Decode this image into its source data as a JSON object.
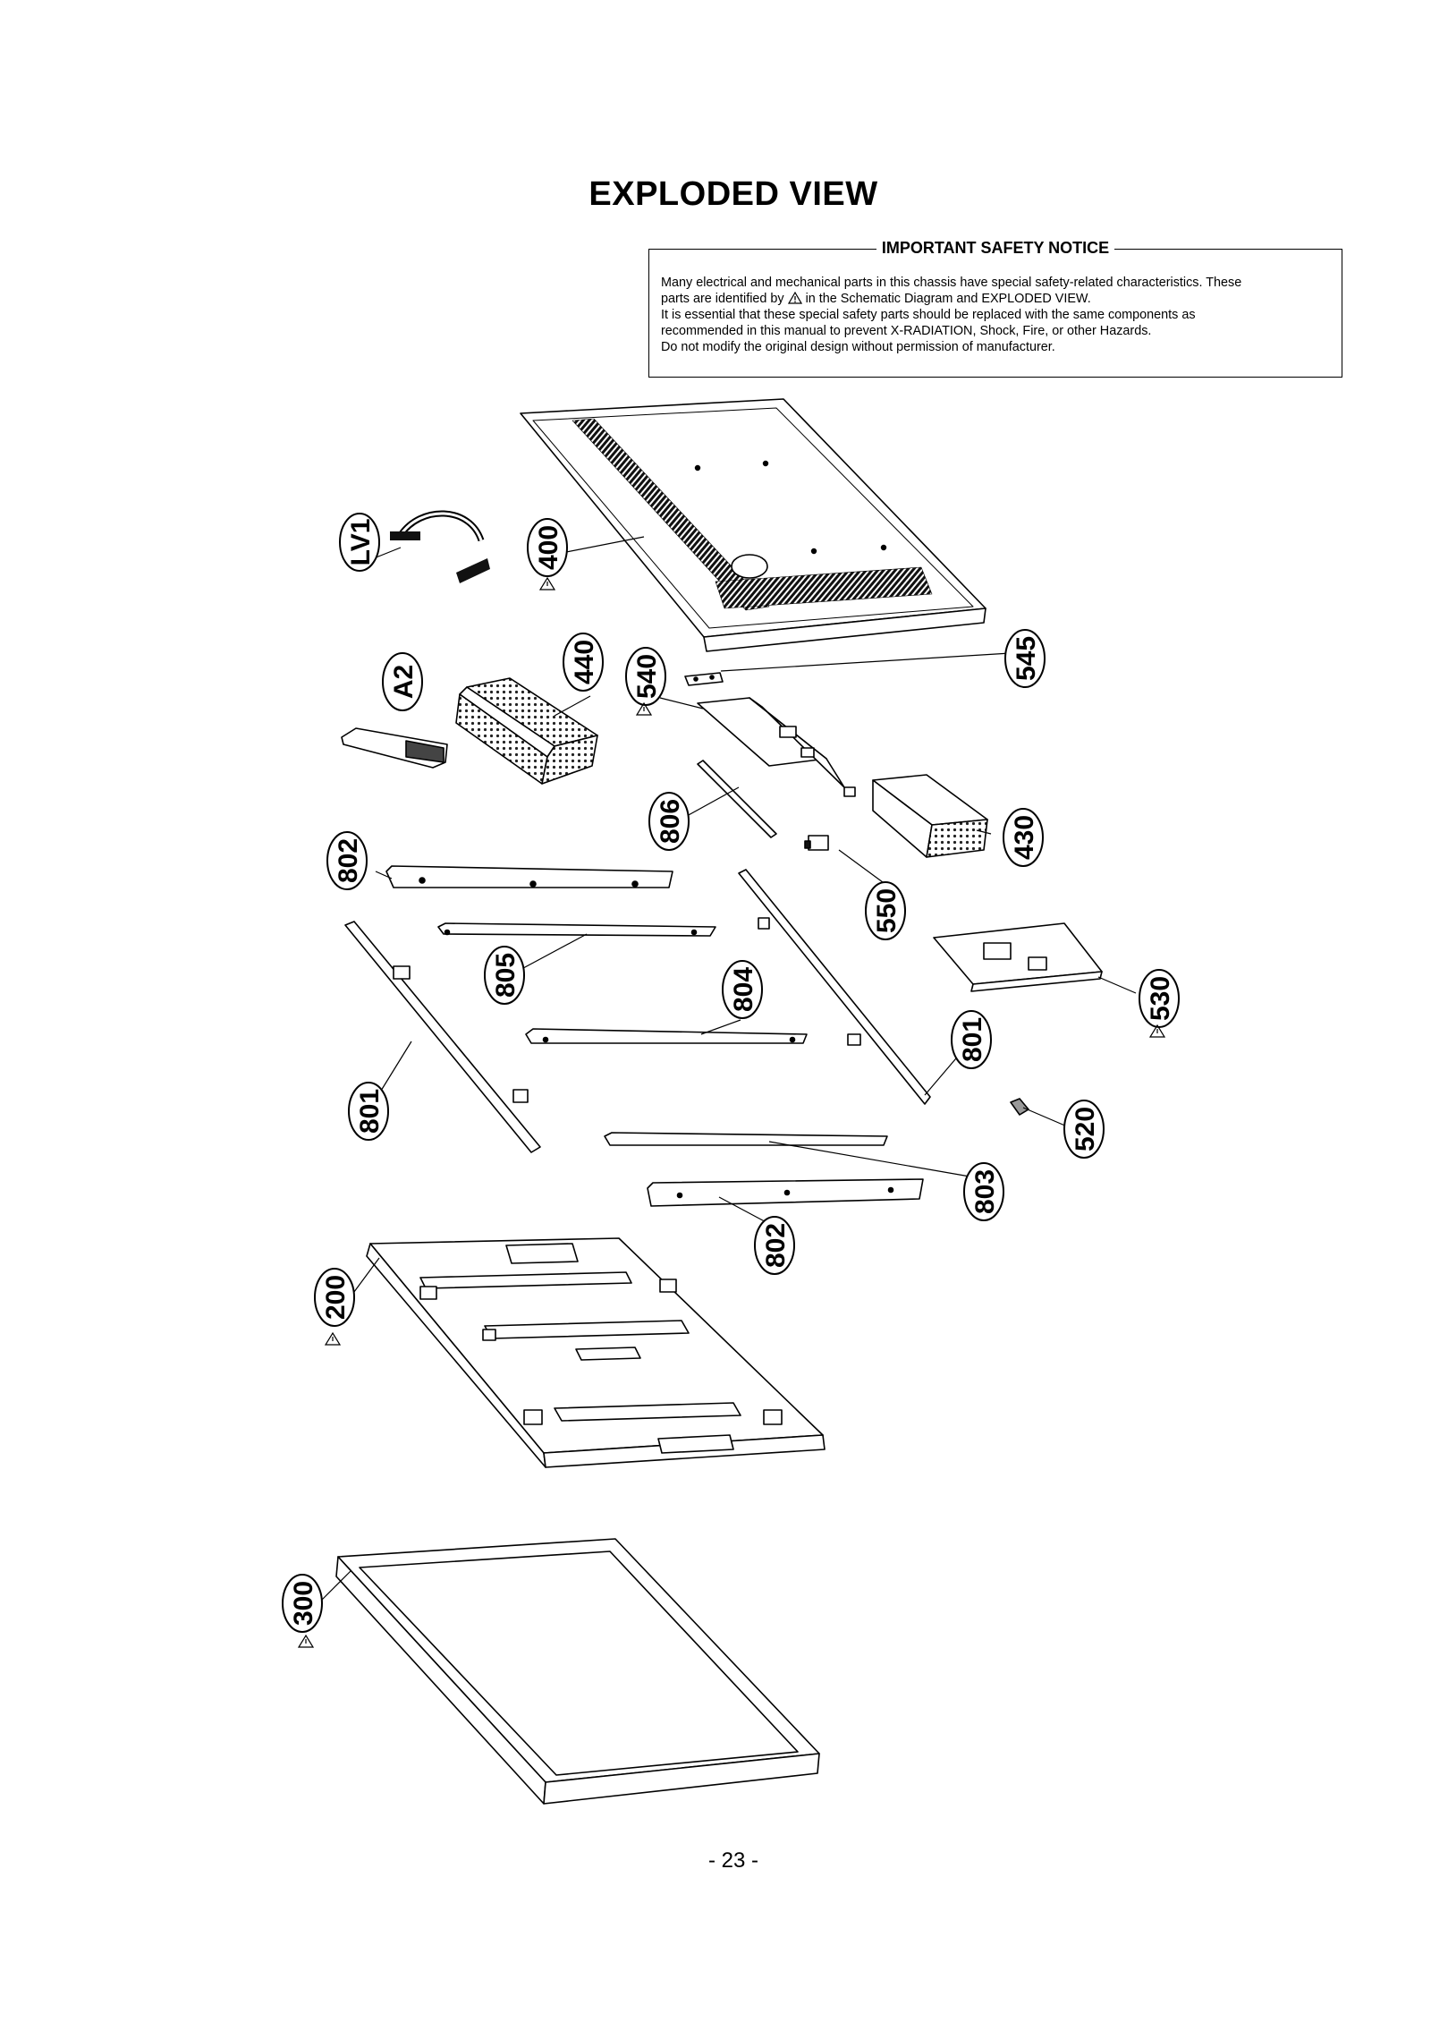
{
  "page": {
    "title": "EXPLODED VIEW",
    "page_number": "- 23 -"
  },
  "notice": {
    "title": "IMPORTANT SAFETY NOTICE",
    "line1": "Many electrical and mechanical parts in this chassis have special safety-related characteristics. These",
    "line2_pre": "parts are identified by",
    "line2_post": "in the Schematic Diagram and EXPLODED VIEW.",
    "line3": "It is essential that these special safety parts should be replaced with the same components as",
    "line4": "recommended in this manual to prevent X-RADIATION, Shock, Fire, or other Hazards.",
    "line5": "Do not modify the original design without permission of manufacturer."
  },
  "parts": [
    {
      "id": "LV1",
      "safety": false
    },
    {
      "id": "400",
      "safety": true
    },
    {
      "id": "A2",
      "safety": false
    },
    {
      "id": "440",
      "safety": false
    },
    {
      "id": "540",
      "safety": true
    },
    {
      "id": "545",
      "safety": false
    },
    {
      "id": "806",
      "safety": false
    },
    {
      "id": "430",
      "safety": false
    },
    {
      "id": "802",
      "safety": false
    },
    {
      "id": "550",
      "safety": false
    },
    {
      "id": "805",
      "safety": false
    },
    {
      "id": "804",
      "safety": false
    },
    {
      "id": "530",
      "safety": true
    },
    {
      "id": "801",
      "safety": false
    },
    {
      "id": "801",
      "safety": false
    },
    {
      "id": "520",
      "safety": false
    },
    {
      "id": "803",
      "safety": false
    },
    {
      "id": "802",
      "safety": false
    },
    {
      "id": "200",
      "safety": true
    },
    {
      "id": "300",
      "safety": true
    }
  ]
}
